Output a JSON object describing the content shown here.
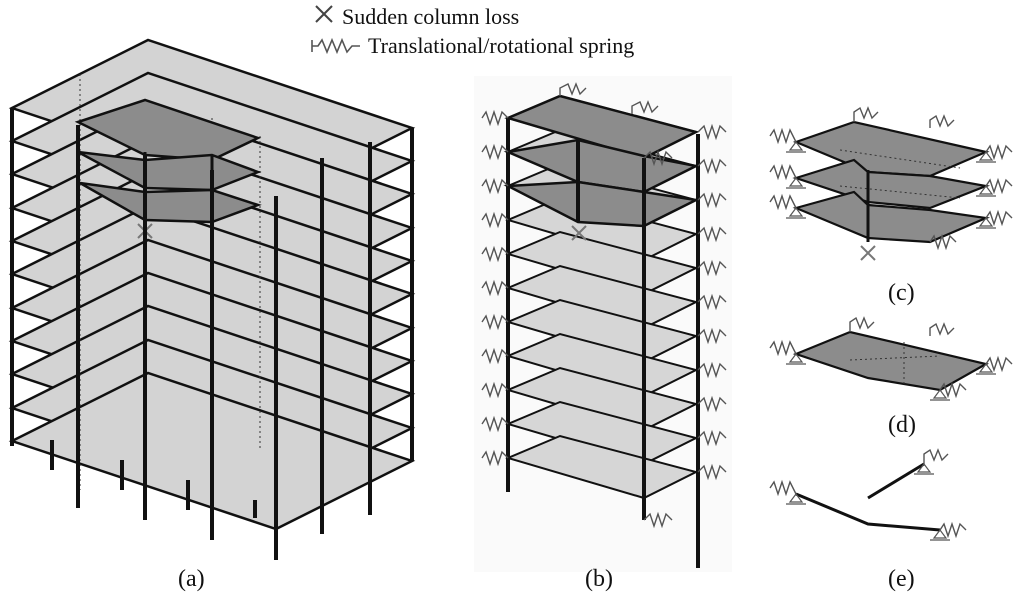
{
  "legend": {
    "column_loss": "Sudden column loss",
    "spring": "Translational/rotational spring",
    "column_loss_icon": "cross-marker-icon",
    "spring_icon": "zigzag-spring-icon"
  },
  "captions": {
    "a": "(a)",
    "b": "(b)",
    "c": "(c)",
    "d": "(d)",
    "e": "(e)"
  },
  "colors": {
    "slab_light": "#d3d3d3",
    "slab_dark": "#8c8c8c",
    "frame": "#111111",
    "spring": "#555555"
  }
}
